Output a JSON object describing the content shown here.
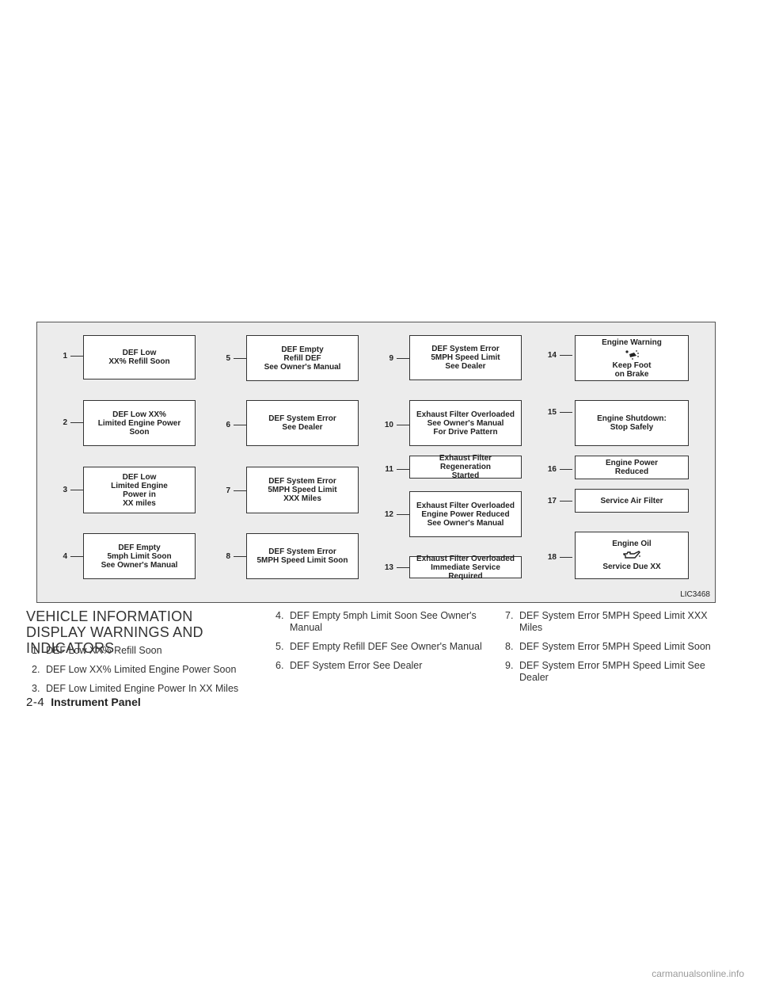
{
  "figure": {
    "code": "LIC3468",
    "indicators": [
      {
        "num": "1",
        "text": "DEF Low\nXX% Refill Soon"
      },
      {
        "num": "2",
        "text": "DEF Low XX%\nLimited Engine Power\nSoon"
      },
      {
        "num": "3",
        "text": "DEF Low\nLimited Engine\nPower in\nXX miles"
      },
      {
        "num": "4",
        "text": "DEF Empty\n5mph Limit Soon\nSee Owner's Manual"
      },
      {
        "num": "5",
        "text": "DEF Empty\nRefill DEF\nSee Owner's Manual"
      },
      {
        "num": "6",
        "text": "DEF System Error\nSee Dealer"
      },
      {
        "num": "7",
        "text": "DEF System Error\n5MPH Speed Limit\nXXX Miles"
      },
      {
        "num": "8",
        "text": "DEF System Error\n5MPH Speed Limit Soon"
      },
      {
        "num": "9",
        "text": "DEF System Error\n5MPH Speed Limit\nSee Dealer"
      },
      {
        "num": "10",
        "text": "Exhaust Filter Overloaded\nSee Owner's Manual\nFor Drive Pattern"
      },
      {
        "num": "11",
        "text": "Exhaust Filter Regeneration\nStarted"
      },
      {
        "num": "12",
        "text": "Exhaust Filter Overloaded\nEngine Power Reduced\nSee Owner's Manual"
      },
      {
        "num": "13",
        "text": "Exhaust Filter Overloaded\nImmediate Service Required"
      },
      {
        "num": "14",
        "text_top": "Engine Warning",
        "text_bottom": "Keep Foot\non Brake",
        "icon": "foot-on-brake-icon"
      },
      {
        "num": "15",
        "text": "Engine Shutdown:\nStop Safely"
      },
      {
        "num": "16",
        "text": "Engine Power\nReduced"
      },
      {
        "num": "17",
        "text": "Service Air Filter"
      },
      {
        "num": "18",
        "text_top": "Engine Oil",
        "text_bottom": "Service Due XX",
        "icon": "oil-can-icon"
      }
    ]
  },
  "section": {
    "heading": "VEHICLE INFORMATION DISPLAY WARNINGS AND INDICATORS",
    "items": [
      {
        "n": "1.",
        "text": "DEF Low XX% Refill Soon"
      },
      {
        "n": "2.",
        "text": "DEF Low XX% Limited Engine Power Soon"
      },
      {
        "n": "3.",
        "text": "DEF Low Limited Engine Power In XX Miles"
      },
      {
        "n": "4.",
        "text": "DEF Empty 5mph Limit Soon See Owner's Manual"
      },
      {
        "n": "5.",
        "text": "DEF Empty Refill DEF See Owner's Manual"
      },
      {
        "n": "6.",
        "text": "DEF System Error See Dealer"
      },
      {
        "n": "7.",
        "text": "DEF System Error 5MPH Speed Limit XXX Miles"
      },
      {
        "n": "8.",
        "text": "DEF System Error 5MPH Speed Limit Soon"
      },
      {
        "n": "9.",
        "text": "DEF System Error 5MPH Speed Limit See Dealer"
      }
    ]
  },
  "footer": {
    "page": "2-4",
    "section": "Instrument Panel"
  },
  "watermark": "carmanualsonline.info"
}
